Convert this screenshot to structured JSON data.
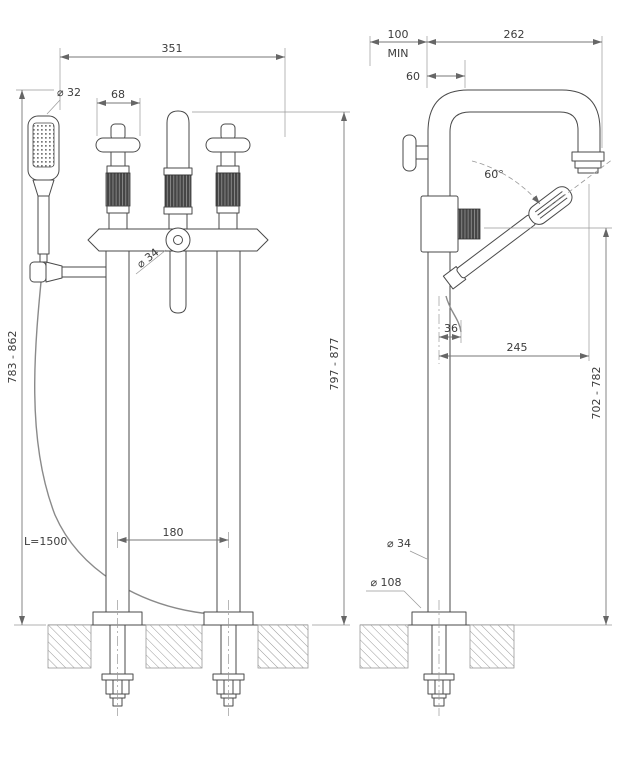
{
  "front_view": {
    "width_total": "351",
    "handshower_diameter": "⌀ 32",
    "handle_width": "68",
    "riser_diameter": "⌀ 34",
    "height_range_left": "783 - 862",
    "height_range_spout": "797 - 877",
    "column_spacing": "180",
    "hose_length": "L=1500"
  },
  "side_view": {
    "wall_clearance": "100",
    "wall_clearance_note": "MIN",
    "spout_reach_total": "262",
    "elbow_offset": "60",
    "handshower_angle": "60°",
    "hose_offset": "36",
    "spout_reach": "245",
    "height_range": "702 - 782",
    "column_diameter": "⌀ 34",
    "base_diameter": "⌀ 108"
  }
}
